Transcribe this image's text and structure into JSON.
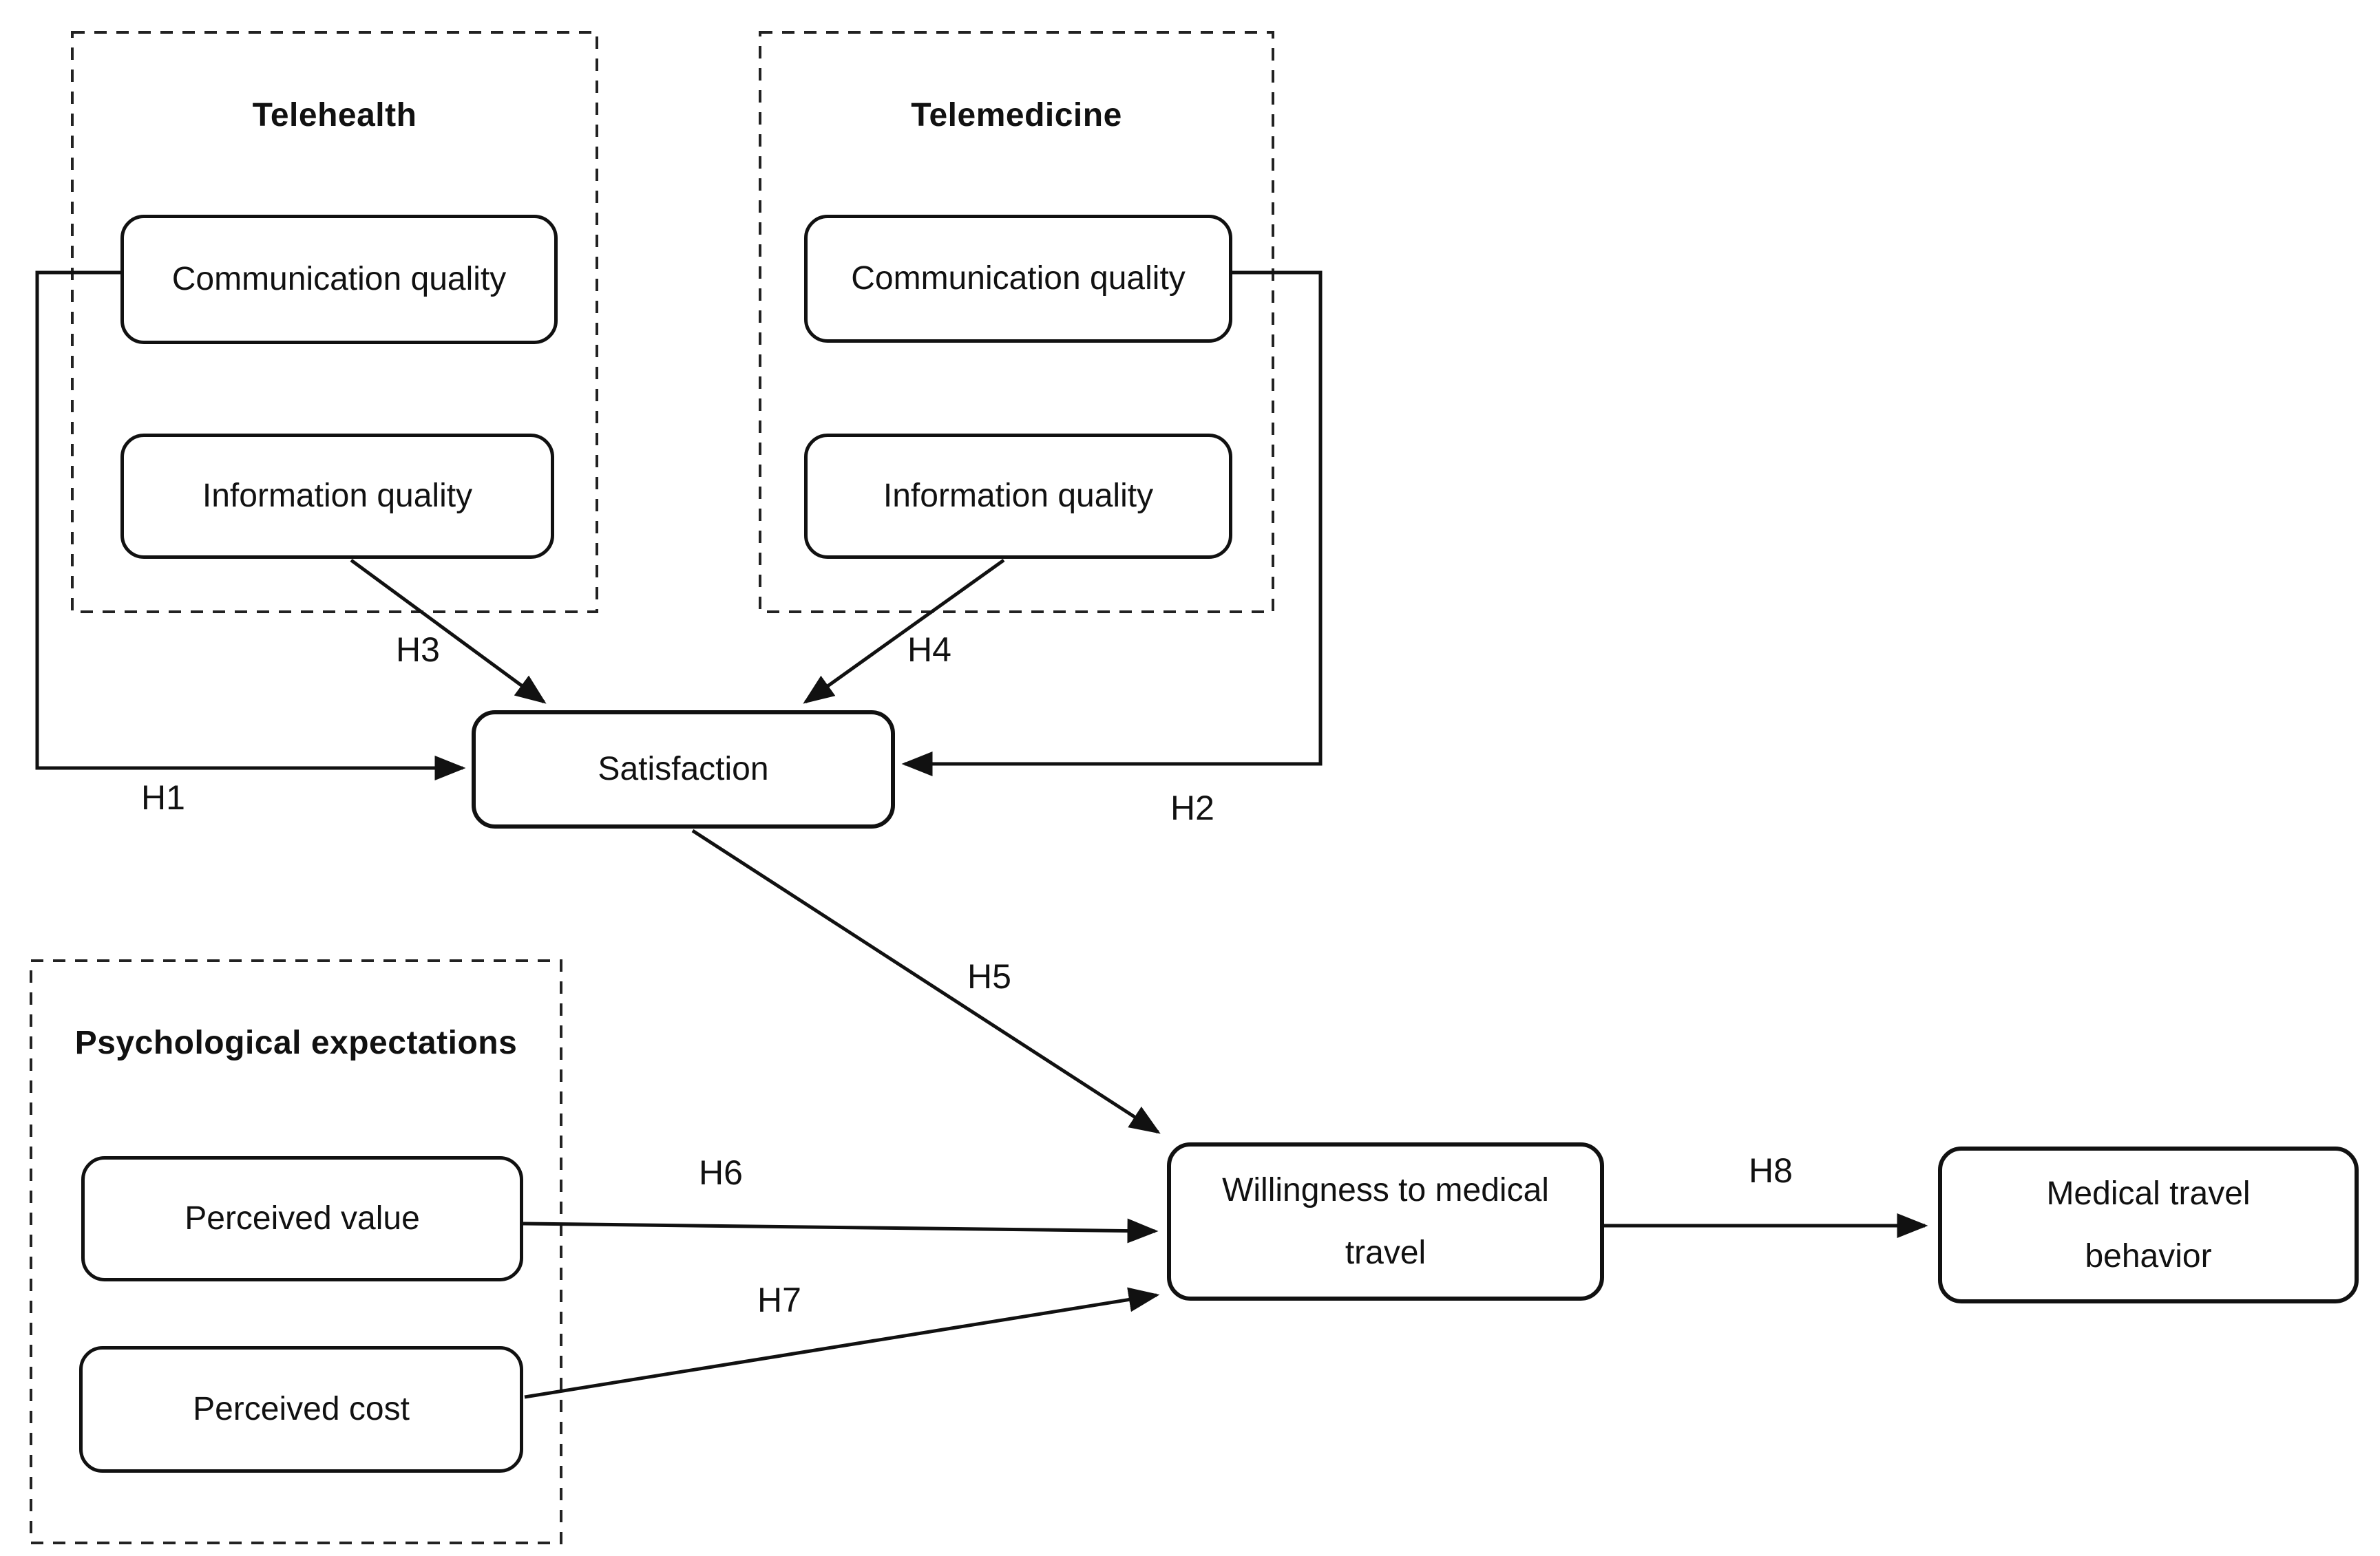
{
  "figure": {
    "background_color": "#ffffff",
    "ink_color": "#111111",
    "groups": {
      "telehealth": {
        "title": "Telehealth"
      },
      "telemedicine": {
        "title": "Telemedicine"
      },
      "psychological_expectations": {
        "title": "Psychological expectations"
      }
    },
    "nodes": {
      "telehealth_communication_quality": {
        "label": "Communication quality"
      },
      "telehealth_information_quality": {
        "label": "Information quality"
      },
      "telemedicine_communication_quality": {
        "label": "Communication quality"
      },
      "telemedicine_information_quality": {
        "label": "Information quality"
      },
      "satisfaction": {
        "label": "Satisfaction"
      },
      "perceived_value": {
        "label": "Perceived value"
      },
      "perceived_cost": {
        "label": "Perceived cost"
      },
      "willingness_to_medical_travel": {
        "label": "Willingness to medical travel"
      },
      "medical_travel_behavior": {
        "label": "Medical travel behavior"
      }
    },
    "hypotheses": {
      "h1": {
        "label": "H1",
        "from": "telehealth_communication_quality",
        "to": "satisfaction"
      },
      "h2": {
        "label": "H2",
        "from": "telemedicine_communication_quality",
        "to": "satisfaction"
      },
      "h3": {
        "label": "H3",
        "from": "telehealth_information_quality",
        "to": "satisfaction"
      },
      "h4": {
        "label": "H4",
        "from": "telemedicine_information_quality",
        "to": "satisfaction"
      },
      "h5": {
        "label": "H5",
        "from": "satisfaction",
        "to": "willingness_to_medical_travel"
      },
      "h6": {
        "label": "H6",
        "from": "perceived_value",
        "to": "willingness_to_medical_travel"
      },
      "h7": {
        "label": "H7",
        "from": "perceived_cost",
        "to": "willingness_to_medical_travel"
      },
      "h8": {
        "label": "H8",
        "from": "willingness_to_medical_travel",
        "to": "medical_travel_behavior"
      }
    }
  }
}
